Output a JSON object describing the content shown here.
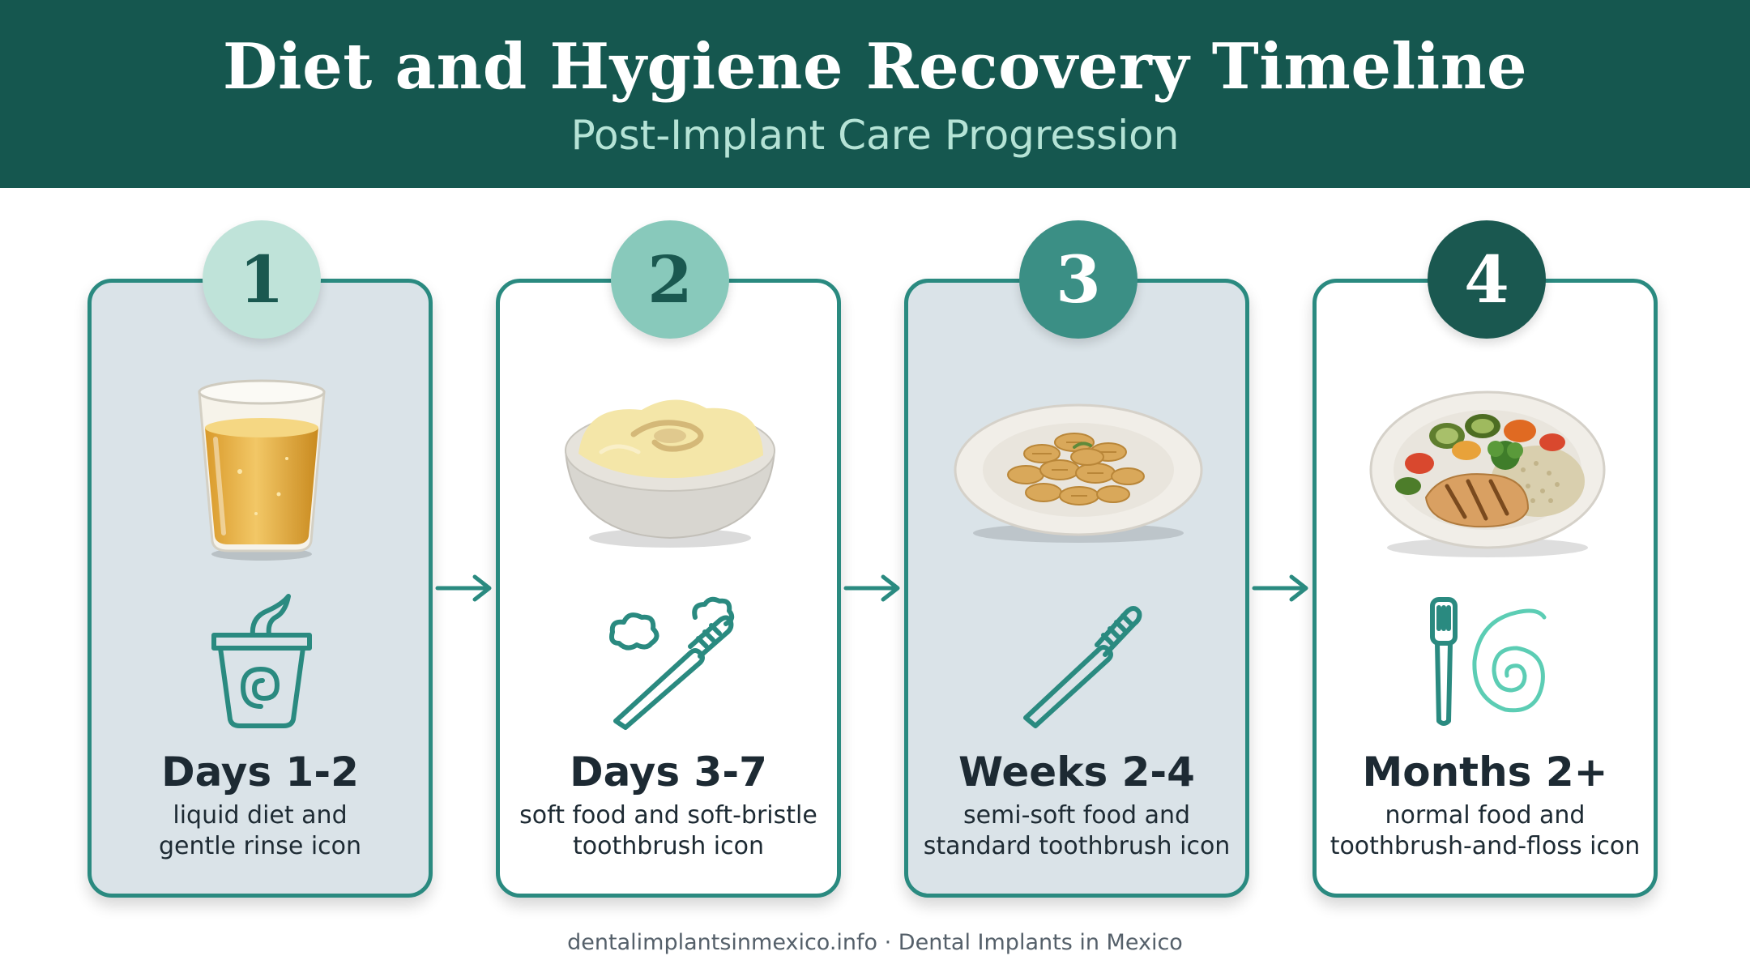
{
  "header": {
    "title": "Diet and Hygiene Recovery Timeline",
    "subtitle": "Post-Implant Care Progression"
  },
  "colors": {
    "header_bg": "#15574f",
    "card_border": "#2a8a80",
    "card_shaded": "#dae3e8",
    "icon_stroke": "#2a8a80",
    "badge_1": "#bfe3d9",
    "badge_2": "#88c9bb",
    "badge_3": "#3b8f85",
    "badge_4": "#1a5850"
  },
  "stages": [
    {
      "number": "1",
      "title": "Days 1-2",
      "description": "liquid diet and\ngentle rinse icon",
      "food": "glass-of-juice",
      "hygiene_icon": "rinse-cup-icon"
    },
    {
      "number": "2",
      "title": "Days 3-7",
      "description": "soft food and soft-bristle\ntoothbrush icon",
      "food": "bowl-of-mashed-potatoes",
      "hygiene_icon": "soft-bristle-toothbrush-icon"
    },
    {
      "number": "3",
      "title": "Weeks 2-4",
      "description": "semi-soft food and\nstandard toothbrush icon",
      "food": "plate-of-pasta",
      "hygiene_icon": "standard-toothbrush-icon"
    },
    {
      "number": "4",
      "title": "Months 2+",
      "description": "normal food and\ntoothbrush-and-floss icon",
      "food": "plate-of-chicken-vegetables-and-grains",
      "hygiene_icon": "toothbrush-and-floss-icon"
    }
  ],
  "footer": {
    "text": "dentalimplantsinmexico.info · Dental Implants in Mexico"
  }
}
